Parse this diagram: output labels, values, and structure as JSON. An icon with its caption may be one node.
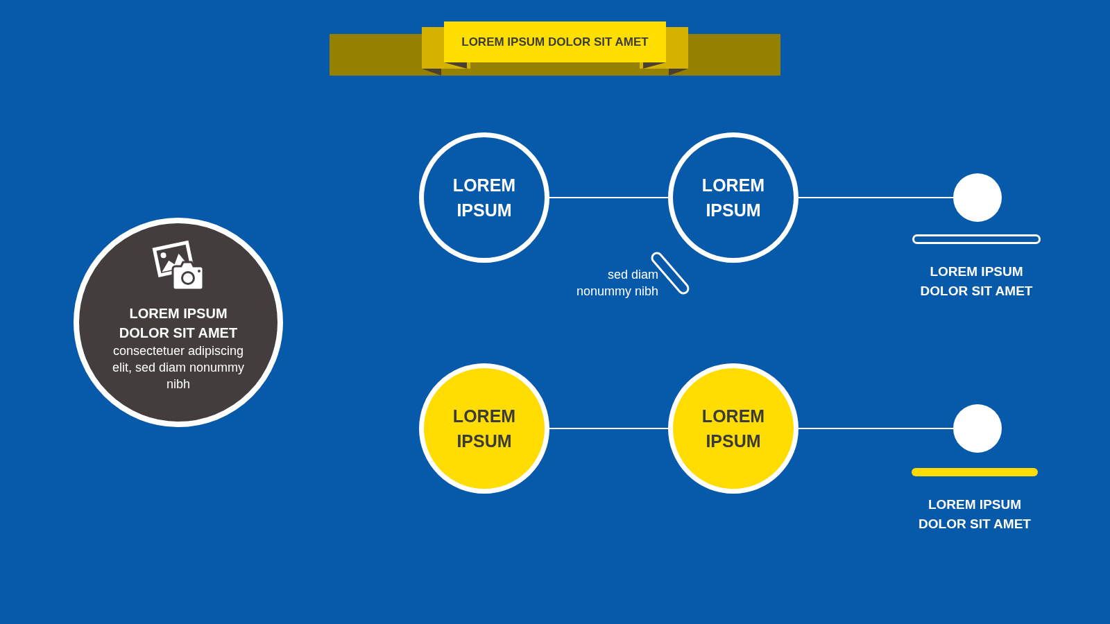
{
  "diagram": {
    "title": "LOREM IPSUM DOLOR SIT AMET",
    "nodes": [
      {
        "text": [
          "LOREM IPSUM DOLOR SIT AMET",
          "consectetuer adipiscing elit, sed diam nonummy nibh"
        ]
      },
      {
        "text": [
          "LOREM IPSUM"
        ]
      },
      {
        "text": [
          "LOREM IPSUM"
        ]
      },
      {
        "text": [],
        "shape": "circle"
      },
      {
        "text": [],
        "shape": "bar",
        "beside": [
          "sed diam nonummy nibh"
        ]
      },
      {
        "text": [
          "LOREM IPSUM DOLOR SIT AMET"
        ]
      },
      {
        "text": [
          "LOREM IPSUM"
        ]
      },
      {
        "text": [
          "LOREM IPSUM"
        ]
      },
      {
        "text": [],
        "shape": "circle"
      },
      {
        "text": [
          "LOREM IPSUM DOLOR SIT AMET"
        ]
      }
    ],
    "edges": [
      {
        "from": 1,
        "to": 2,
        "arrow": "none"
      },
      {
        "from": 2,
        "to": 3,
        "arrow": "none"
      },
      {
        "from": 6,
        "to": 7,
        "arrow": "none"
      },
      {
        "from": 7,
        "to": 8,
        "arrow": "none"
      }
    ]
  }
}
